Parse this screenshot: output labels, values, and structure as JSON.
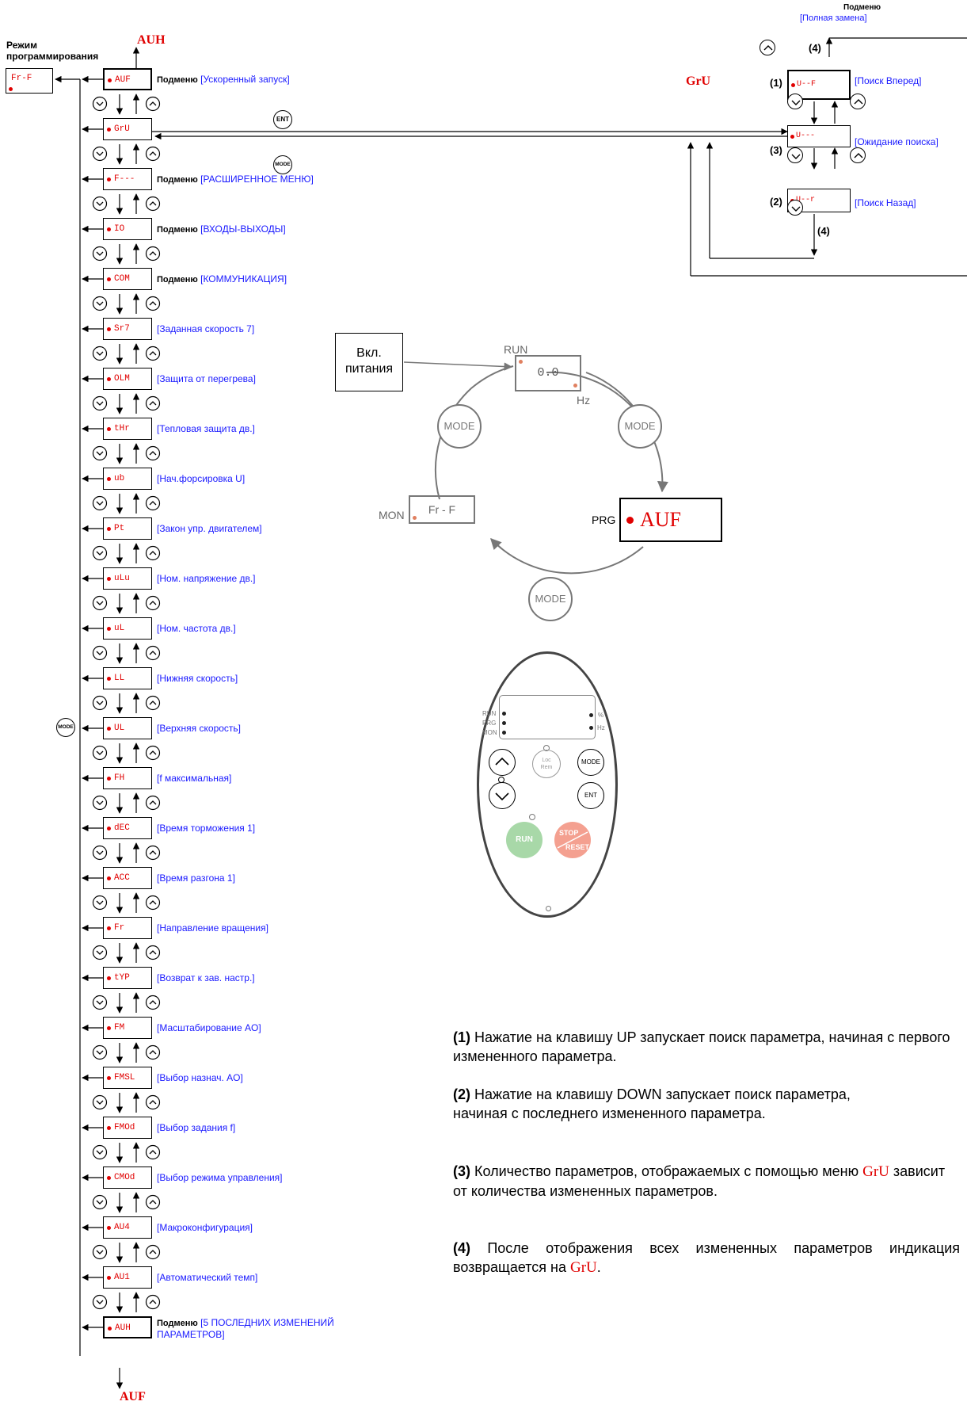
{
  "header": {
    "mode_title_line1": "Режим",
    "mode_title_line2": "программирования",
    "fr_f_display": "Fr-F",
    "top_auh": "AUH",
    "bottom_auf": "AUF",
    "ent_key": "ENT",
    "mode_key": "MODE",
    "submenu_word": "Подменю"
  },
  "menu_items": [
    {
      "code": "AUF",
      "submenu": true,
      "label": "[Ускоренный запуск]"
    },
    {
      "code": "GrU",
      "submenu": false,
      "label": ""
    },
    {
      "code": "F---",
      "submenu": true,
      "label": "[РАСШИРЕННОЕ МЕНЮ]"
    },
    {
      "code": "IO",
      "submenu": true,
      "label": "[ВХОДЫ-ВЫХОДЫ]"
    },
    {
      "code": "COM",
      "submenu": true,
      "label": "[КОММУНИКАЦИЯ]"
    },
    {
      "code": "Sr7",
      "submenu": false,
      "label": "[Заданная скорость 7]"
    },
    {
      "code": "OLM",
      "submenu": false,
      "label": "[Защита от перегрева]"
    },
    {
      "code": "tHr",
      "submenu": false,
      "label": "[Тепловая защита дв.]"
    },
    {
      "code": "ub",
      "submenu": false,
      "label": "[Нач.форсировка U]"
    },
    {
      "code": "Pt",
      "submenu": false,
      "label": "[Закон упр. двигателем]"
    },
    {
      "code": "uLu",
      "submenu": false,
      "label": "[Ном. напряжение дв.]"
    },
    {
      "code": "uL",
      "submenu": false,
      "label": "[Ном. частота дв.]"
    },
    {
      "code": "LL",
      "submenu": false,
      "label": "[Нижняя скорость]"
    },
    {
      "code": "UL",
      "submenu": false,
      "label": "[Верхняя скорость]"
    },
    {
      "code": "FH",
      "submenu": false,
      "label": "[f максимальная]"
    },
    {
      "code": "dEC",
      "submenu": false,
      "label": "[Время торможения 1]"
    },
    {
      "code": "ACC",
      "submenu": false,
      "label": "[Время разгона 1]"
    },
    {
      "code": "Fr",
      "submenu": false,
      "label": "[Направление вращения]"
    },
    {
      "code": "tYP",
      "submenu": false,
      "label": "[Возврат к зав. настр.]"
    },
    {
      "code": "FM",
      "submenu": false,
      "label": "[Масштабирование AO]"
    },
    {
      "code": "FMSL",
      "submenu": false,
      "label": "[Выбор назнач. AO]"
    },
    {
      "code": "FMOd",
      "submenu": false,
      "label": "[Выбор задания f]"
    },
    {
      "code": "CMOd",
      "submenu": false,
      "label": "[Выбор режима управления]"
    },
    {
      "code": "AU4",
      "submenu": false,
      "label": "[Макроконфигурация]"
    },
    {
      "code": "AU1",
      "submenu": false,
      "label": "[Автоматический темп]"
    },
    {
      "code": "AUH",
      "submenu": true,
      "label": "[5 ПОСЛЕДНИХ ИЗМЕНЕНИЙ",
      "label2": "ПАРАМЕТРОВ]"
    }
  ],
  "gru_panel": {
    "title": "GrU",
    "submenu_title": "Подменю",
    "submenu_label": "[Полная замена]",
    "n1": "(1)",
    "n2": "(2)",
    "n3": "(3)",
    "n4a": "(4)",
    "n4b": "(4)",
    "items": [
      {
        "code": "U--F",
        "label": "[Поиск Вперед]"
      },
      {
        "code": "U---",
        "label": "[Ожидание поиска]"
      },
      {
        "code": "U--r",
        "label": "[Поиск Назад]"
      }
    ]
  },
  "cycle": {
    "power_on": "Вкл.",
    "power_on2": "питания",
    "run": "RUN",
    "run_value": "0.0",
    "hz": "Hz",
    "mode": "MODE",
    "prg": "PRG",
    "prg_value": "AUF",
    "mon": "MON",
    "mon_value": "Fr - F"
  },
  "keypad": {
    "run_led": "RUN",
    "prg_led": "PRG",
    "mon_led": "MON",
    "pct": "%",
    "hz": "Hz",
    "loc": "Loc",
    "rem": "Rem",
    "mode": "MODE",
    "ent": "ENT",
    "run": "RUN",
    "stop": "STOP",
    "reset": "RESET"
  },
  "notes": [
    {
      "num": "(1)",
      "text": " Нажатие на клавишу UP запускает поиск параметра, начиная с первого измененного параметра."
    },
    {
      "num": "(2)",
      "text": " Нажатие на клавишу DOWN  запускает поиск параметра, начиная с последнего измененного параметра."
    },
    {
      "num": "(3)",
      "pre": " Количество параметров, отображаемых с помощью меню ",
      "red": "GrU",
      "post": " зависит от количества измененных параметров."
    },
    {
      "num": "(4)",
      "pre": " После отображения всех измененных параметров индикация возвращается на  ",
      "red": "GrU",
      "post": "."
    }
  ],
  "colors": {
    "code_red": "#e00000",
    "label_blue": "#1a1aff",
    "cycle_gray": "#777777",
    "run_green": "#a8d8a8",
    "stop_red": "#f4a090"
  }
}
